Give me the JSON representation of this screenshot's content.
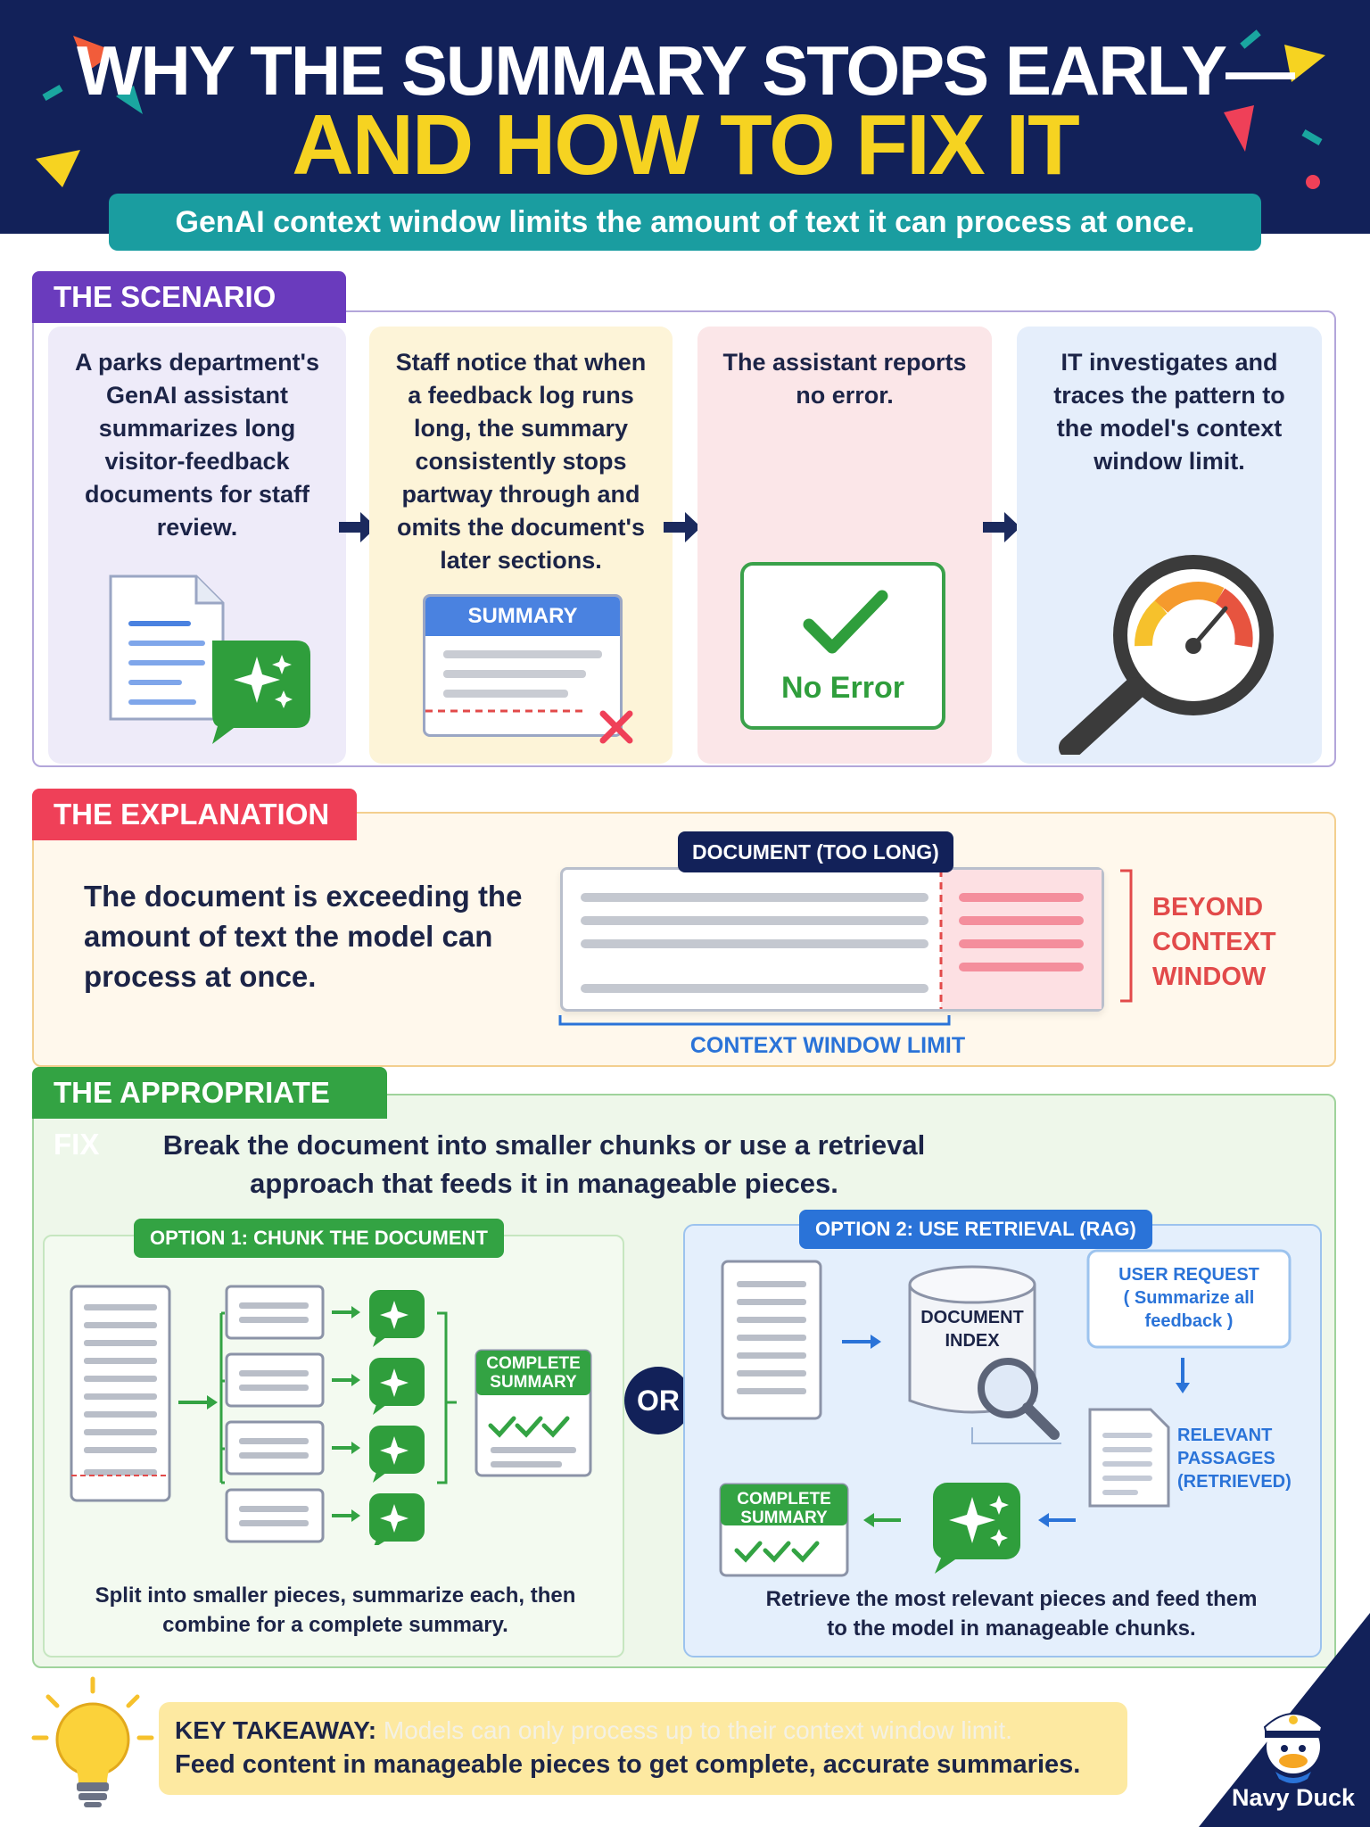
{
  "header": {
    "title_line1": "WHY THE SUMMARY STOPS EARLY—",
    "title_line2": "AND HOW TO FIX IT",
    "subtitle": "GenAI context window limits the amount of text it can process at once."
  },
  "scenario": {
    "label": "THE SCENARIO",
    "cards": [
      {
        "text": "A parks department's GenAI assistant summarizes long visitor-feedback documents for staff review."
      },
      {
        "text": "Staff notice that when a feedback log runs long, the summary consistently stops partway through and omits the document's later sections.",
        "badge": "SUMMARY"
      },
      {
        "text": "The assistant reports no error.",
        "badge": "No Error"
      },
      {
        "text": "IT investigates and traces the pattern to the model's context window limit."
      }
    ]
  },
  "explanation": {
    "label": "THE EXPLANATION",
    "text": "The document is exceeding the amount of text the model can process at once.",
    "doc_label": "DOCUMENT (TOO LONG)",
    "beyond_label": [
      "BEYOND",
      "CONTEXT",
      "WINDOW"
    ],
    "limit_label": "CONTEXT WINDOW LIMIT"
  },
  "fix": {
    "label": "THE APPROPRIATE FIX",
    "text": "Break the document into smaller chunks or use a retrieval approach that feeds it in manageable pieces.",
    "or_label": "OR",
    "option1": {
      "label": "OPTION 1: CHUNK THE DOCUMENT",
      "complete_label": [
        "COMPLETE",
        "SUMMARY"
      ],
      "caption": "Split into smaller pieces, summarize each, then combine for a complete summary."
    },
    "option2": {
      "label": "OPTION 2: USE RETRIEVAL (RAG)",
      "index_label": [
        "DOCUMENT",
        "INDEX"
      ],
      "request_label": [
        "USER REQUEST",
        "( Summarize all",
        "feedback )"
      ],
      "passages_label": [
        "RELEVANT",
        "PASSAGES",
        "(RETRIEVED)"
      ],
      "complete_label": [
        "COMPLETE",
        "SUMMARY"
      ],
      "caption": "Retrieve the most relevant pieces and feed them to the model in manageable chunks."
    }
  },
  "takeaway": {
    "prefix": "KEY TAKEAWAY:",
    "line1_rest": "Models can only process up to their context window limit.",
    "line2": "Feed content in manageable pieces to get complete, accurate summaries."
  },
  "brand": {
    "name": "Navy Duck"
  },
  "colors": {
    "navy": "#122159",
    "yellow": "#f6d321",
    "teal": "#1a9da0",
    "purple": "#6a3bbd",
    "red": "#ef4058",
    "green": "#33a343",
    "blue": "#2a73d8"
  }
}
